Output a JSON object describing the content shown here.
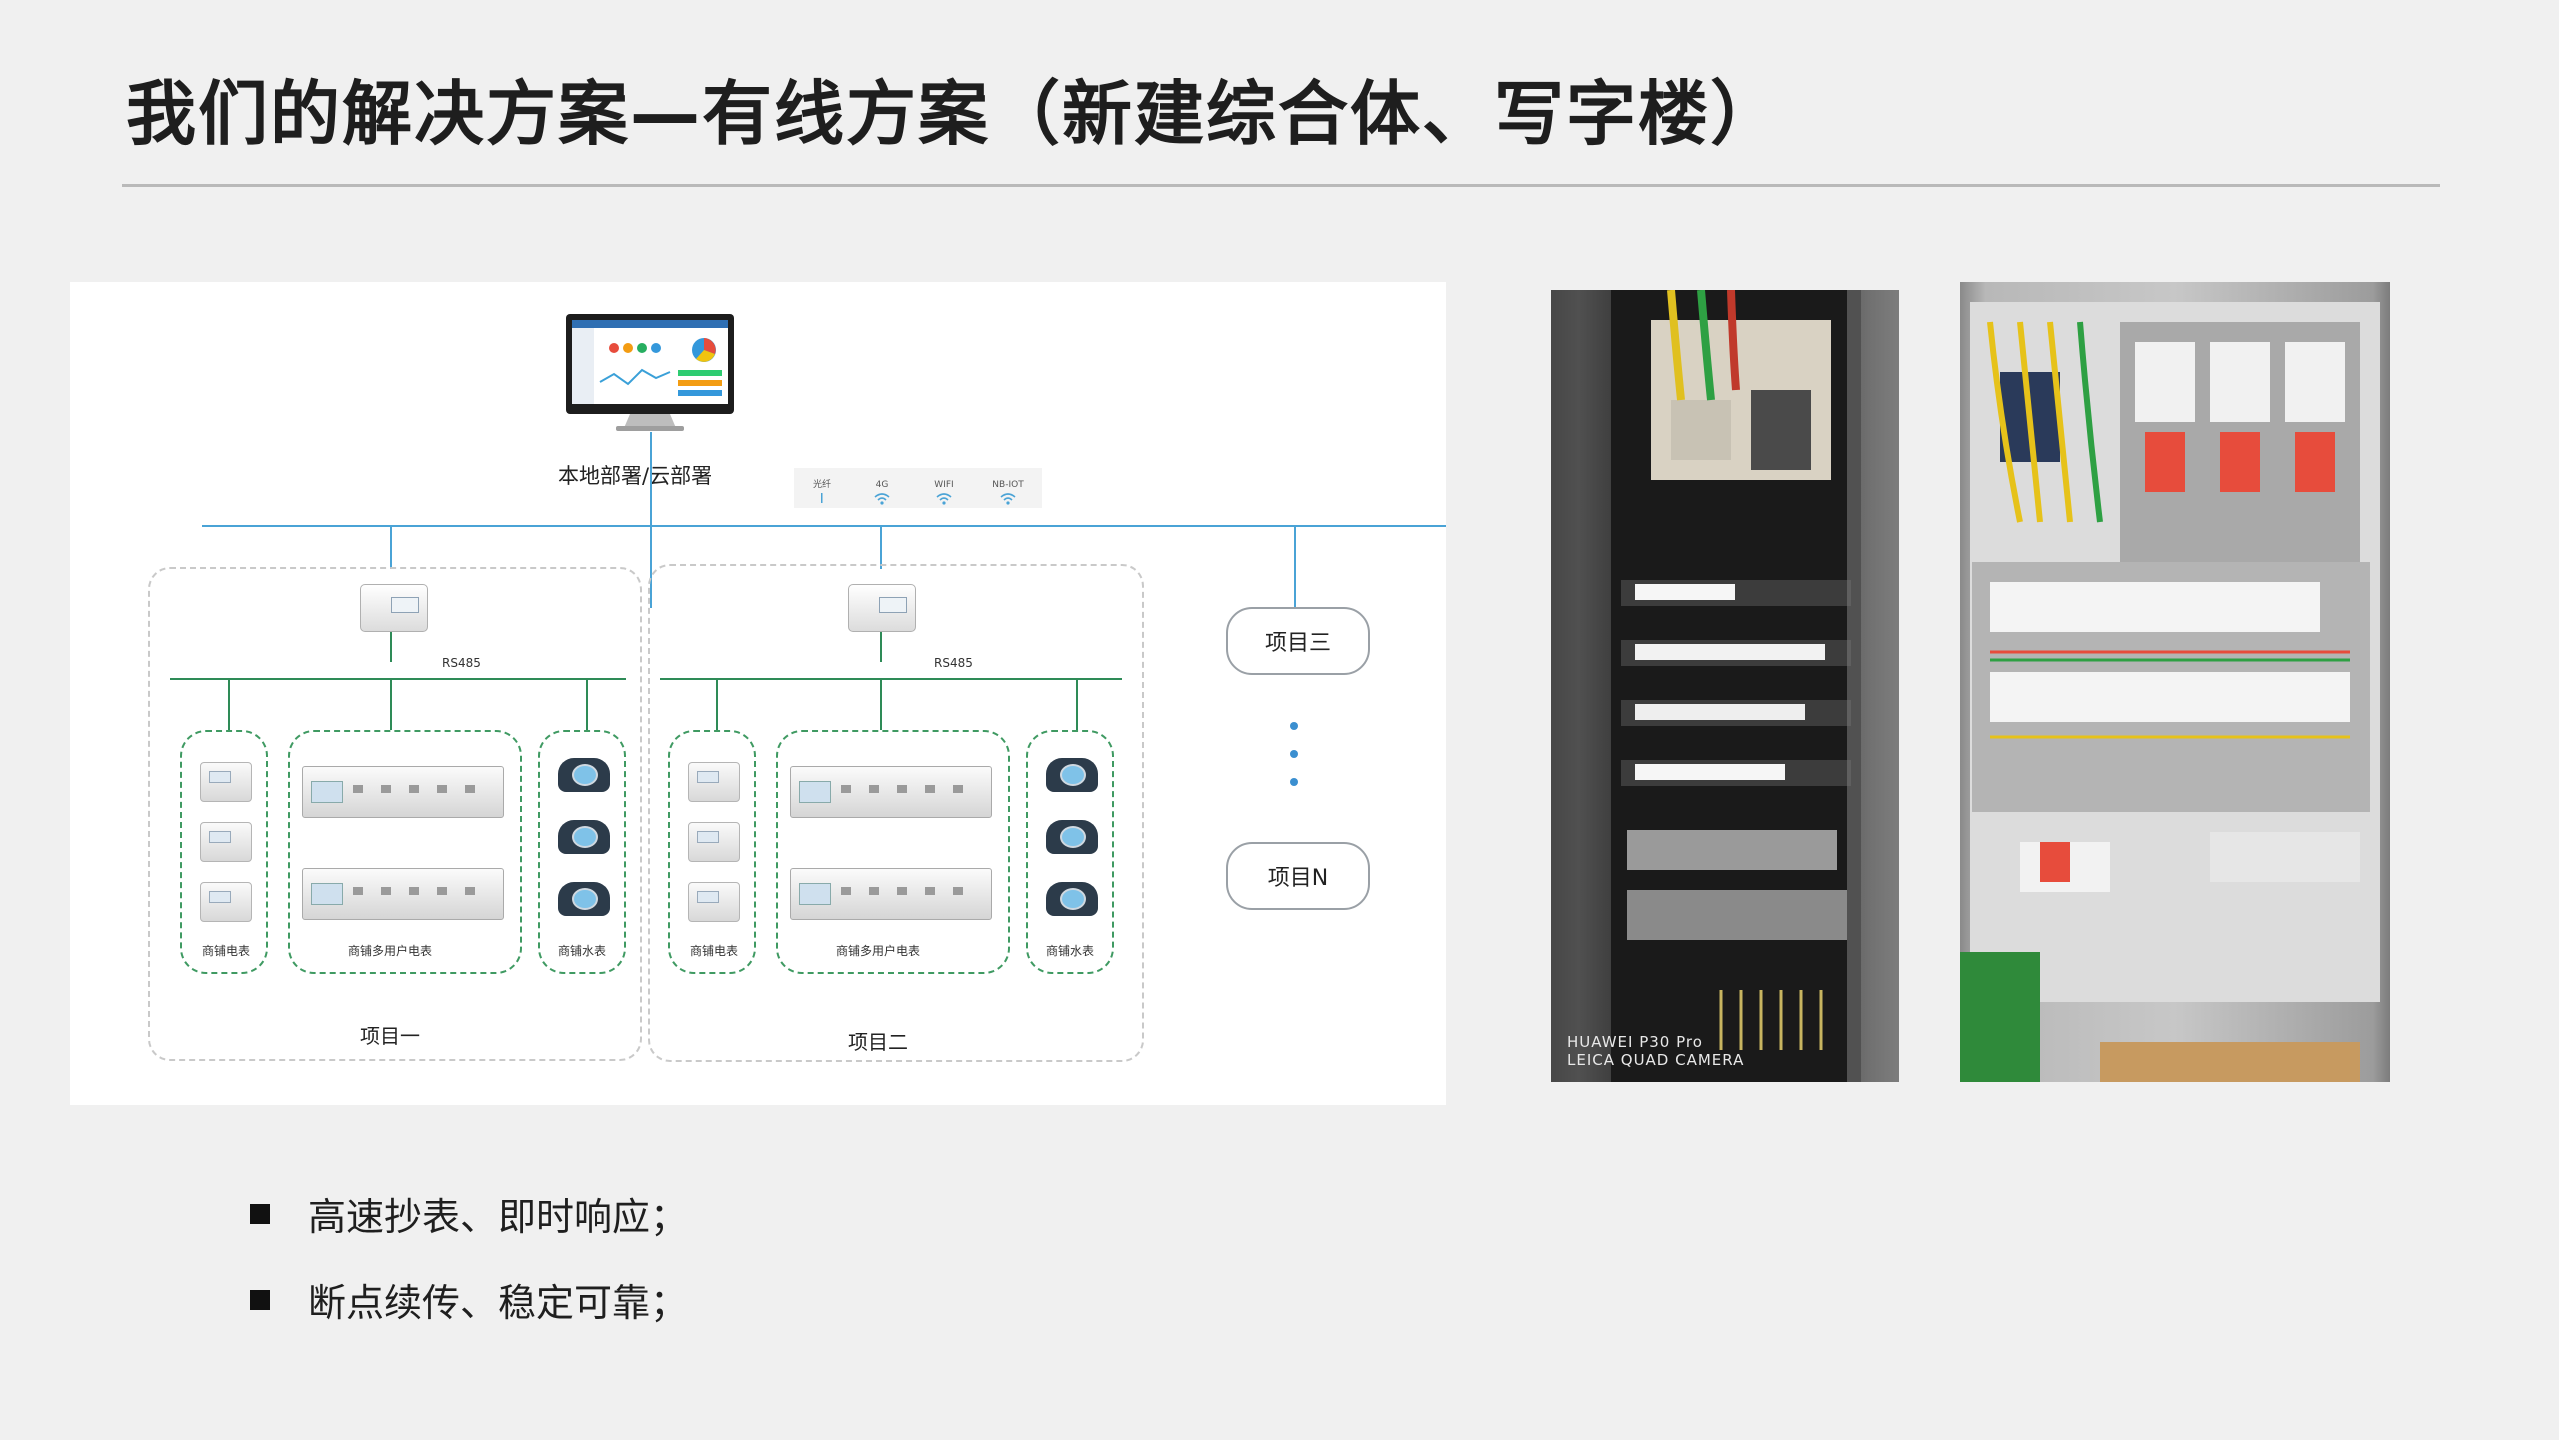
{
  "slide": {
    "title": "我们的解决方案—有线方案（新建综合体、写字楼）",
    "bullets": [
      "高速抄表、即时响应；",
      "断点续传、稳定可靠；"
    ]
  },
  "diagram": {
    "deploy_label": "本地部署/云部署",
    "comm_options": [
      "光纤",
      "4G",
      "WIFI",
      "NB-IOT"
    ],
    "bus_label": "RS485",
    "projects": [
      {
        "name": "项目一",
        "device_labels": [
          "商铺电表",
          "商铺多用户电表",
          "商铺水表"
        ]
      },
      {
        "name": "项目二",
        "device_labels": [
          "商铺电表",
          "商铺多用户电表",
          "商铺水表"
        ]
      }
    ],
    "extra_projects": [
      "项目三",
      "项目N"
    ]
  },
  "photos": {
    "camera_watermark_line1": "HUAWEI P30 Pro",
    "camera_watermark_line2": "LEICA QUAD CAMERA"
  },
  "colors": {
    "network_line": "#4aa3d6",
    "bus_line": "#2e8b57",
    "slide_background": "#f0f0f0"
  }
}
